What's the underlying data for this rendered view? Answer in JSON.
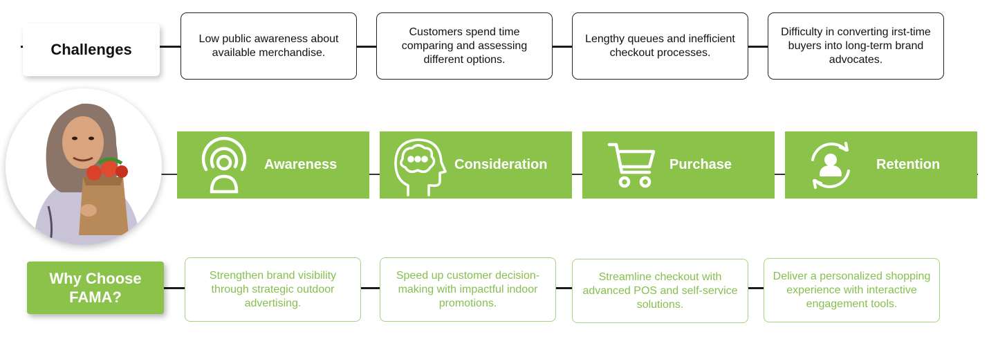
{
  "challenges": {
    "title": "Challenges",
    "items": [
      {
        "text": "Low public awareness about available merchandise."
      },
      {
        "text": "Customers spend time comparing and assessing different options."
      },
      {
        "text": "Lengthy queues and inefficient checkout processes."
      },
      {
        "text": "Difficulty in converting irst-time buyers into long-term brand advocates."
      }
    ]
  },
  "stages": [
    {
      "label": "Awareness",
      "icon": "broadcast-person-icon"
    },
    {
      "label": "Consideration",
      "icon": "thinking-head-icon"
    },
    {
      "label": "Purchase",
      "icon": "shopping-cart-icon"
    },
    {
      "label": "Retention",
      "icon": "user-cycle-icon"
    }
  ],
  "why": {
    "title": "Why Choose FAMA?",
    "items": [
      {
        "text": "Strengthen brand visibility through strategic outdoor advertising."
      },
      {
        "text": "Speed up customer decision-making with impactful indoor promotions."
      },
      {
        "text": "Streamline checkout with advanced POS and self-service solutions."
      },
      {
        "text": "Deliver a personalized shopping experience with interactive engagement tools."
      }
    ]
  },
  "colors": {
    "accent_green": "#8bc34a",
    "solution_text": "#86bf4f",
    "border_dark": "#222222"
  },
  "avatar": {
    "description_icon": "shopper-avatar"
  }
}
